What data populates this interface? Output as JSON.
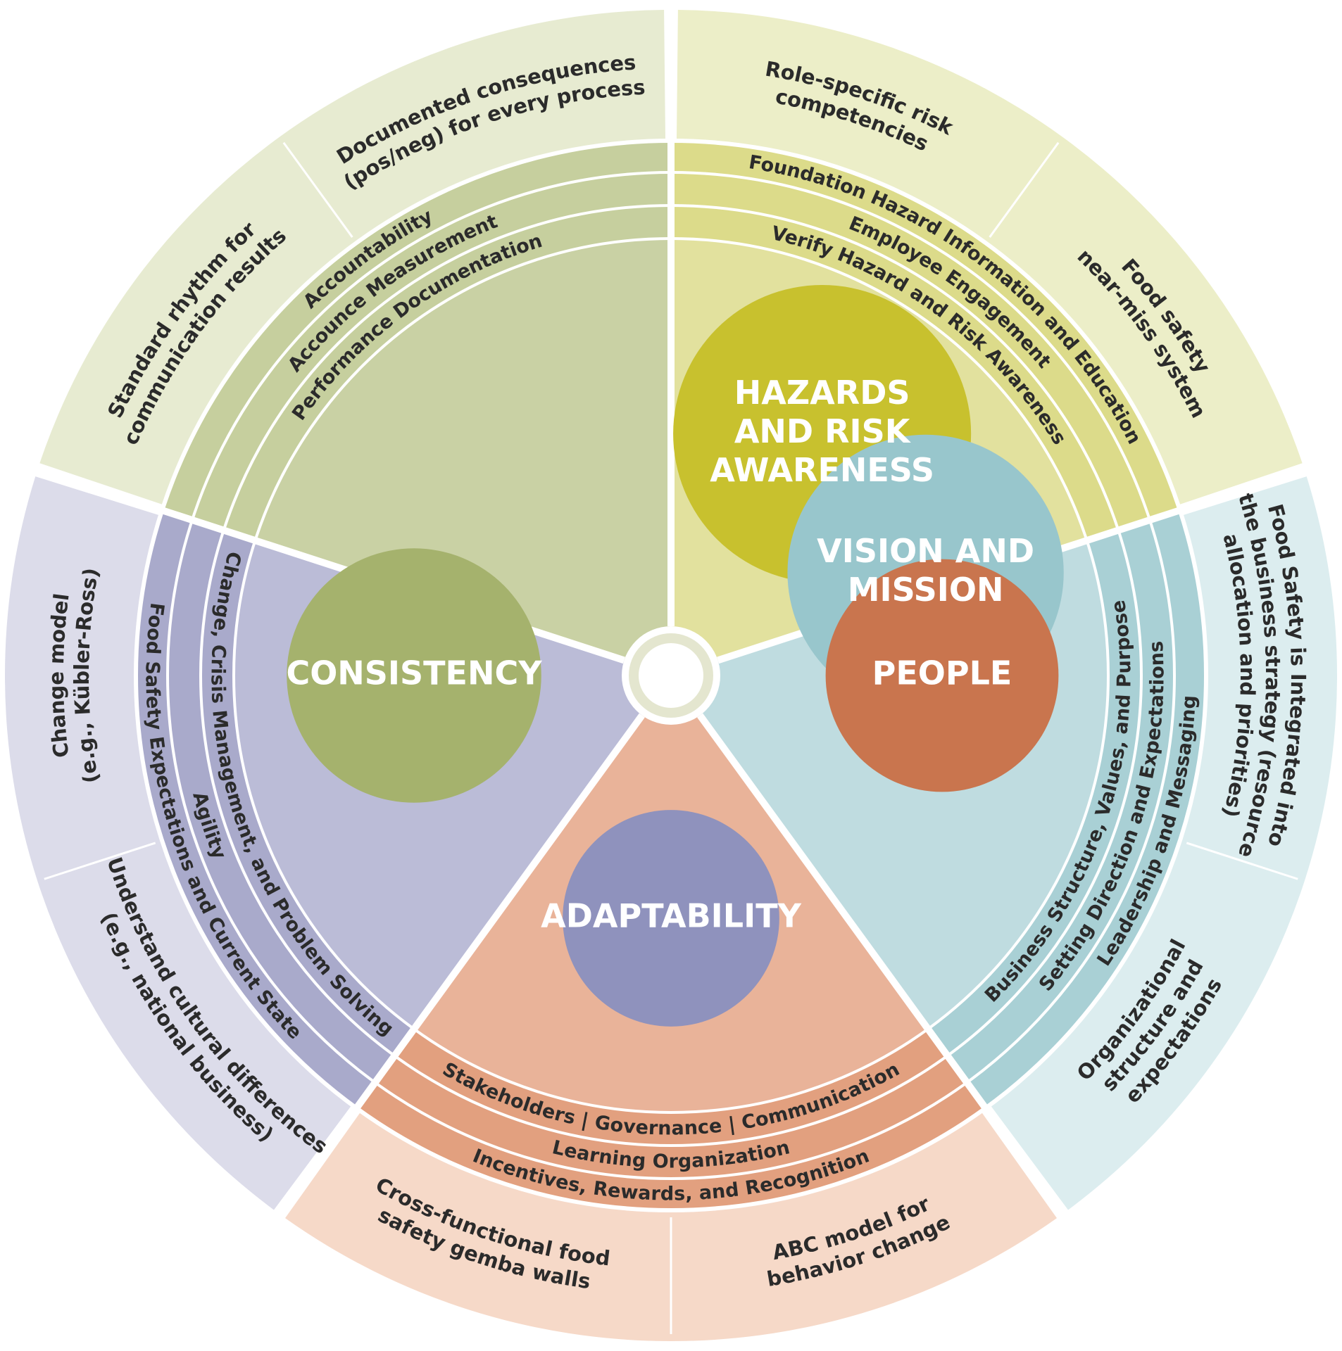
{
  "colors": {
    "hazards": {
      "outer": "#eceec8",
      "band": "#dcdb8a",
      "inner": "#e2e19e",
      "core": "#c8c12e"
    },
    "vision": {
      "outer": "#dcedef",
      "band": "#a9d0d5",
      "inner": "#bfdce0",
      "core": "#98c6cc"
    },
    "people": {
      "outer": "#f6d9c8",
      "band": "#e2a07f",
      "inner": "#e9b399",
      "core": "#c9754e"
    },
    "adaptability": {
      "outer": "#dcdcea",
      "band": "#a9aacb",
      "inner": "#bbbcd7",
      "core": "#8f92bd"
    },
    "consistency": {
      "outer": "#e7ebd1",
      "band": "#c6cf9e",
      "inner": "#c9d1a4",
      "core": "#a5b26d"
    }
  },
  "segments": {
    "hazards": {
      "title": [
        "HAZARDS",
        "AND RISK",
        "AWARENESS"
      ],
      "rings": [
        "Foundation Hazard Information and Education",
        "Employee Engagement",
        "Verify Hazard and Risk Awareness"
      ],
      "outer": [
        [
          "Role-specific risk",
          "competencies"
        ],
        [
          "Food safety",
          "near-miss system"
        ]
      ]
    },
    "vision": {
      "title": [
        "VISION AND",
        "MISSION"
      ],
      "rings": [
        "Business Structure, Values, and Purpose",
        "Setting Direction and Expectations",
        "Leadership and Messaging"
      ],
      "outer": [
        [
          "Food Safety is Integrated into",
          "the business strategy (resource",
          "allocation and priorities)"
        ],
        [
          "Organizational",
          "structure and",
          "expectations"
        ]
      ]
    },
    "people": {
      "title": [
        "PEOPLE"
      ],
      "rings": [
        "Stakeholders | Governance | Communication",
        "Learning Organization",
        "Incentives, Rewards, and Recognition"
      ],
      "outer": [
        [
          "ABC model for",
          "behavior change"
        ],
        [
          "Cross-functional food",
          "safety gemba walls"
        ]
      ]
    },
    "adaptability": {
      "title": [
        "ADAPTABILITY"
      ],
      "rings": [
        "Change, Crisis Management, and Problem Solving",
        "Agility",
        "Food Safety Expectations and Current State"
      ],
      "outer": [
        [
          "Understand cultural differences",
          "(e.g., national business)"
        ],
        [
          "Change model",
          "(e.g., Kübler-Ross)"
        ]
      ]
    },
    "consistency": {
      "title": [
        "CONSISTENCY"
      ],
      "rings": [
        "Accountability",
        "Accounce Measurement",
        "Performance Documentation"
      ],
      "outer": [
        [
          "Standard rhythm for",
          "communication results"
        ],
        [
          "Documented consequences",
          "(pos/neg) for every process"
        ]
      ]
    }
  }
}
